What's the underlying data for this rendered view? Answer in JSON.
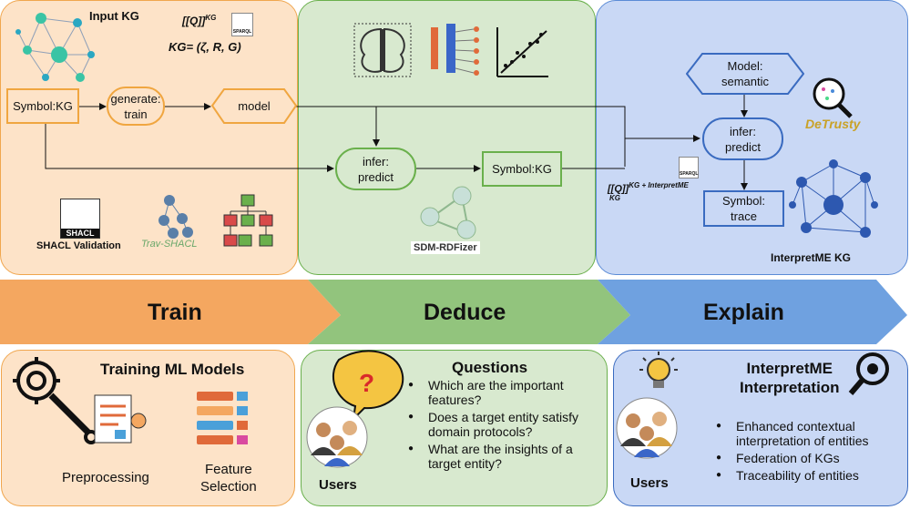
{
  "colors": {
    "train_bg": "#fde3c8",
    "train_border": "#f0a64e",
    "deduce_bg": "#d8e9cf",
    "deduce_border": "#6ab04c",
    "explain_bg": "#c9d8f5",
    "explain_border": "#5b8bd6",
    "arrow_train": "#f4a760",
    "arrow_deduce": "#92c47d",
    "arrow_explain": "#6fa1e0"
  },
  "train": {
    "input_kg_label": "Input KG",
    "query_label": "[[Q]]",
    "query_superscript": "KG",
    "sparql_label": "SPARQL",
    "kg_formula": "KG= (ζ, R, G)",
    "symbol_kg": "Symbol:KG",
    "generate_train": "generate:\ntrain",
    "model": "model",
    "shacl_badge": "SHACL",
    "shacl_validation": "SHACL Validation",
    "trav_shacl": "Trav-SHACL"
  },
  "deduce": {
    "infer_predict": "infer:\npredict",
    "symbol_kg": "Symbol:KG",
    "sdm_rdfizer": "SDM-RDFizer"
  },
  "explain": {
    "query_label": "[[Q]]",
    "query_superscript": "KG + InterpretME",
    "query_subscript": "KG",
    "sparql_label": "SPARQL",
    "model_semantic": "Model:\nsemantic",
    "infer_predict": "infer:\npredict",
    "symbol_trace": "Symbol:\ntrace",
    "detrusty": "DeTrusty",
    "interpretme_kg": "InterpretME KG"
  },
  "stages": {
    "train": "Train",
    "deduce": "Deduce",
    "explain": "Explain"
  },
  "bottom_train": {
    "title": "Training ML Models",
    "preprocessing": "Preprocessing",
    "feature_selection": "Feature\nSelection"
  },
  "bottom_deduce": {
    "title": "Questions",
    "users": "Users",
    "questions": [
      "Which are the important features?",
      "Does a target entity satisfy domain protocols?",
      "What are the insights of a target entity?"
    ]
  },
  "bottom_explain": {
    "title": "InterpretME\nInterpretation",
    "users": "Users",
    "items": [
      "Enhanced contextual interpretation of entities",
      "Federation of KGs",
      "Traceability of entities"
    ]
  }
}
